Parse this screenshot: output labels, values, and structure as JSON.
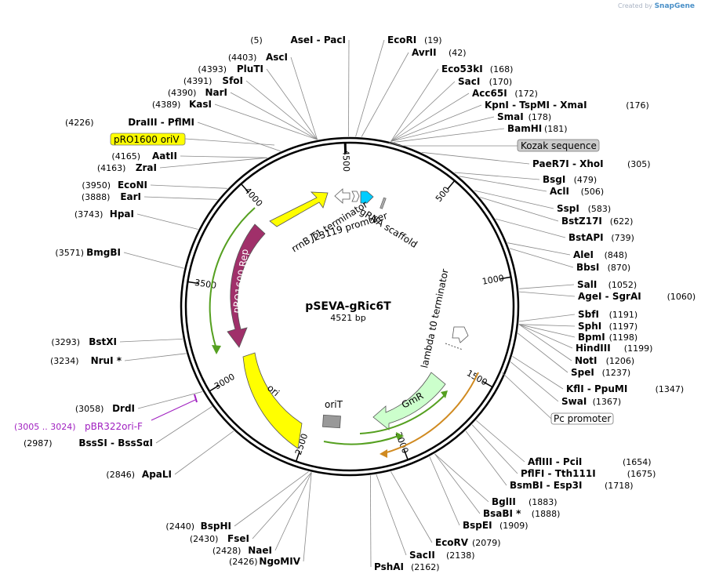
{
  "credit": {
    "prefix": "Created by",
    "brand": "SnapGene"
  },
  "plasmid": {
    "name": "pSEVA-gRic6T",
    "length_label": "4521 bp"
  },
  "ticks": [
    "4500",
    "500",
    "1000",
    "1500",
    "2000",
    "2500",
    "3000",
    "3500",
    "4000"
  ],
  "sites_right": [
    {
      "name": "EcoRI",
      "pos": "(19)"
    },
    {
      "name": "AvrII",
      "pos": "(42)"
    },
    {
      "name": "Eco53kI",
      "pos": "(168)"
    },
    {
      "name": "SacI",
      "pos": "(170)"
    },
    {
      "name": "Acc65I",
      "pos": "(172)"
    },
    {
      "name": "KpnI  -  TspMI  -  XmaI",
      "pos": "(176)"
    },
    {
      "name": "SmaI",
      "pos": "(178)"
    },
    {
      "name": "BamHI",
      "pos": "(181)"
    },
    {
      "name": "PaeR7I  -  XhoI",
      "pos": "(305)"
    },
    {
      "name": "BsgI",
      "pos": "(479)"
    },
    {
      "name": "AclI",
      "pos": "(506)"
    },
    {
      "name": "SspI",
      "pos": "(583)"
    },
    {
      "name": "BstZ17I",
      "pos": "(622)"
    },
    {
      "name": "BstAPI",
      "pos": "(739)"
    },
    {
      "name": "AleI",
      "pos": "(848)"
    },
    {
      "name": "BbsI",
      "pos": "(870)"
    },
    {
      "name": "SalI",
      "pos": "(1052)"
    },
    {
      "name": "AgeI  -  SgrAI",
      "pos": "(1060)"
    },
    {
      "name": "SbfI",
      "pos": "(1191)"
    },
    {
      "name": "SphI",
      "pos": "(1197)"
    },
    {
      "name": "BpmI",
      "pos": "(1198)"
    },
    {
      "name": "HindIII",
      "pos": "(1199)"
    },
    {
      "name": "NotI",
      "pos": "(1206)"
    },
    {
      "name": "SpeI",
      "pos": "(1237)"
    },
    {
      "name": "KflI  -  PpuMI",
      "pos": "(1347)"
    },
    {
      "name": "SwaI",
      "pos": "(1367)"
    },
    {
      "name": "AflIII  -  PciI",
      "pos": "(1654)"
    },
    {
      "name": "PflFI  -  Tth111I",
      "pos": "(1675)"
    },
    {
      "name": "BsmBI  -  Esp3I",
      "pos": "(1718)"
    },
    {
      "name": "BglII",
      "pos": "(1883)"
    },
    {
      "name": "BsaBI *",
      "pos": "(1888)"
    },
    {
      "name": "BspEI",
      "pos": "(1909)"
    },
    {
      "name": "EcoRV",
      "pos": "(2079)"
    },
    {
      "name": "SacII",
      "pos": "(2138)"
    },
    {
      "name": "PshAI",
      "pos": "(2162)"
    }
  ],
  "sites_left": [
    {
      "pos": "(5)",
      "name": "AseI  -  PacI"
    },
    {
      "pos": "(4403)",
      "name": "AscI"
    },
    {
      "pos": "(4393)",
      "name": "PluTI"
    },
    {
      "pos": "(4391)",
      "name": "SfoI"
    },
    {
      "pos": "(4390)",
      "name": "NarI"
    },
    {
      "pos": "(4389)",
      "name": "KasI"
    },
    {
      "pos": "(4226)",
      "name": "DraIII  -  PflMI"
    },
    {
      "pos": "(4165)",
      "name": "AatII"
    },
    {
      "pos": "(4163)",
      "name": "ZraI"
    },
    {
      "pos": "(3950)",
      "name": "EcoNI"
    },
    {
      "pos": "(3888)",
      "name": "EarI"
    },
    {
      "pos": "(3743)",
      "name": "HpaI"
    },
    {
      "pos": "(3571)",
      "name": "BmgBI"
    },
    {
      "pos": "(3293)",
      "name": "BstXI"
    },
    {
      "pos": "(3234)",
      "name": "NruI *"
    },
    {
      "pos": "(3058)",
      "name": "DrdI"
    },
    {
      "pos": "(2987)",
      "name": "BssSI  -  BssSαI"
    },
    {
      "pos": "(2846)",
      "name": "ApaLI"
    },
    {
      "pos": "(2440)",
      "name": "BspHI"
    },
    {
      "pos": "(2430)",
      "name": "FseI"
    },
    {
      "pos": "(2428)",
      "name": "NaeI"
    },
    {
      "pos": "(2426)",
      "name": "NgoMIV"
    }
  ],
  "primer": {
    "range": "(3005 .. 3024)",
    "name": "pBR322ori-F",
    "color": "#a020c0"
  },
  "boxed_labels": {
    "kozak": "Kozak sequence",
    "pro1600_oriv": "pRO1600 oriV",
    "pc_promoter": "Pc promoter"
  },
  "features": {
    "rrnb": "rrnB T1 terminator",
    "j23119": "J23119 promoter",
    "grna": "gRNA scaffold",
    "pro1600_rep": "pRO1600 Rep",
    "lambda": "lambda t0 terminator",
    "gmr": "GmR",
    "ori": "ori",
    "orit": "oriT"
  },
  "colors": {
    "yellow": "#ffff00",
    "rep": "#a0306a",
    "gmr": "#ccffcc",
    "cyan": "#00ccff",
    "orit": "#999999",
    "green_orf": "#55a020",
    "orange_orf": "#d08a20",
    "oriv_box": "#ffff00",
    "kozak_box": "#cccccc"
  }
}
